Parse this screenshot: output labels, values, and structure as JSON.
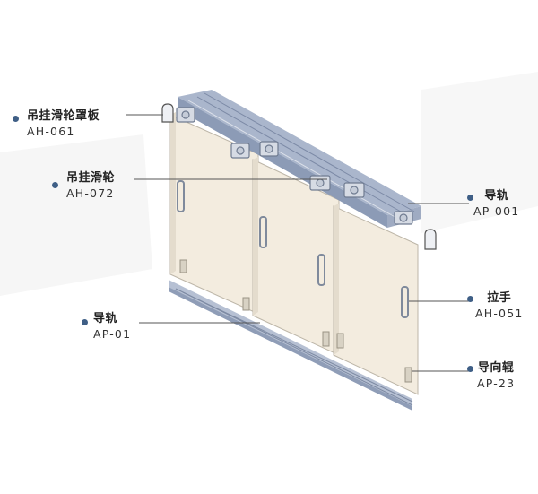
{
  "colors": {
    "rail": "#aab6cc",
    "rail_dark": "#8c9bb6",
    "panel": "#f3ecdf",
    "panel_edge": "#bdb6a8",
    "handle": "#7f8a9c",
    "bullet": "#3f5f86",
    "leader": "#555555"
  },
  "callouts": [
    {
      "id": "hanging-wheel-cover",
      "name": "吊挂滑轮罩板",
      "code": "AH-061"
    },
    {
      "id": "hanging-wheel",
      "name": "吊挂滑轮",
      "code": "AH-072"
    },
    {
      "id": "guide-rail-top",
      "name": "导轨",
      "code": "AP-001"
    },
    {
      "id": "bottom-rail",
      "name": "导轨",
      "code": "AP-01"
    },
    {
      "id": "handle",
      "name": "拉手",
      "code": "AH-051"
    },
    {
      "id": "guide-roller",
      "name": "导向辊",
      "code": "AP-23"
    }
  ]
}
